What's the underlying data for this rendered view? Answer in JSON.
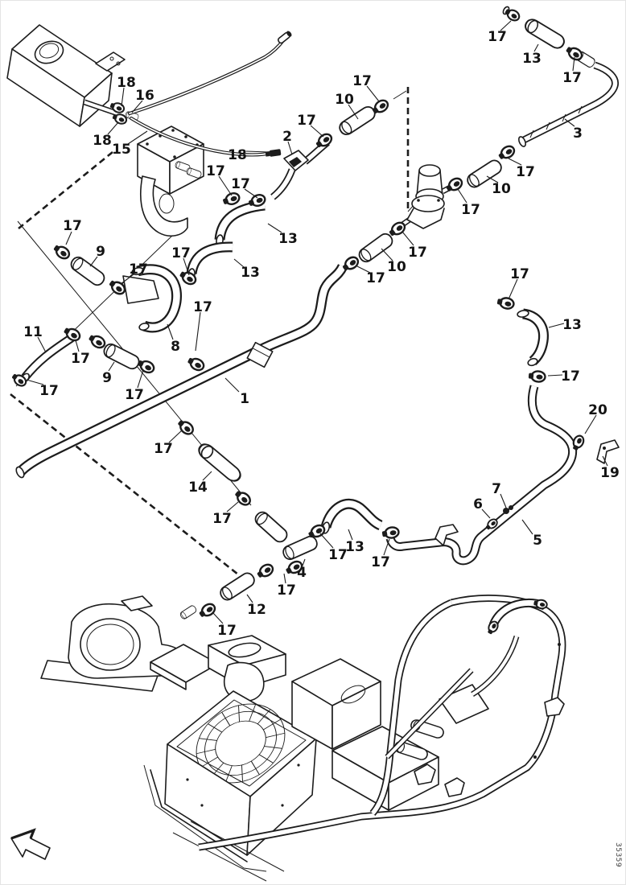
{
  "figure": {
    "doc_code": "35359",
    "type": "exploded-parts-diagram",
    "subject": "Hose and clamp routing: reservoir, thermostat valve, water pump, engine frame assembly",
    "ink_color": "#1c1c1c",
    "paper_color": "#ffffff",
    "part_numbers_shown": [
      "1",
      "2",
      "3",
      "4",
      "5",
      "6",
      "7",
      "8",
      "9",
      "10",
      "11",
      "12",
      "13",
      "14",
      "15",
      "16",
      "17",
      "18",
      "19",
      "20"
    ]
  },
  "callouts": [
    {
      "label": "18"
    },
    {
      "label": "16"
    },
    {
      "label": "18"
    },
    {
      "label": "15"
    },
    {
      "label": "18"
    },
    {
      "label": "2"
    },
    {
      "label": "17"
    },
    {
      "label": "10"
    },
    {
      "label": "17"
    },
    {
      "label": "17"
    },
    {
      "label": "17"
    },
    {
      "label": "13"
    },
    {
      "label": "17"
    },
    {
      "label": "13"
    },
    {
      "label": "17"
    },
    {
      "label": "3"
    },
    {
      "label": "17"
    },
    {
      "label": "10"
    },
    {
      "label": "17"
    },
    {
      "label": "17"
    },
    {
      "label": "10"
    },
    {
      "label": "17"
    },
    {
      "label": "17"
    },
    {
      "label": "13"
    },
    {
      "label": "17"
    },
    {
      "label": "20"
    },
    {
      "label": "19"
    },
    {
      "label": "17"
    },
    {
      "label": "9"
    },
    {
      "label": "17"
    },
    {
      "label": "17"
    },
    {
      "label": "17"
    },
    {
      "label": "8"
    },
    {
      "label": "13"
    },
    {
      "label": "11"
    },
    {
      "label": "17"
    },
    {
      "label": "9"
    },
    {
      "label": "17"
    },
    {
      "label": "17"
    },
    {
      "label": "1"
    },
    {
      "label": "17"
    },
    {
      "label": "14"
    },
    {
      "label": "17"
    },
    {
      "label": "4"
    },
    {
      "label": "17"
    },
    {
      "label": "13"
    },
    {
      "label": "17"
    },
    {
      "label": "17"
    },
    {
      "label": "12"
    },
    {
      "label": "17"
    },
    {
      "label": "6"
    },
    {
      "label": "7"
    },
    {
      "label": "5"
    }
  ]
}
